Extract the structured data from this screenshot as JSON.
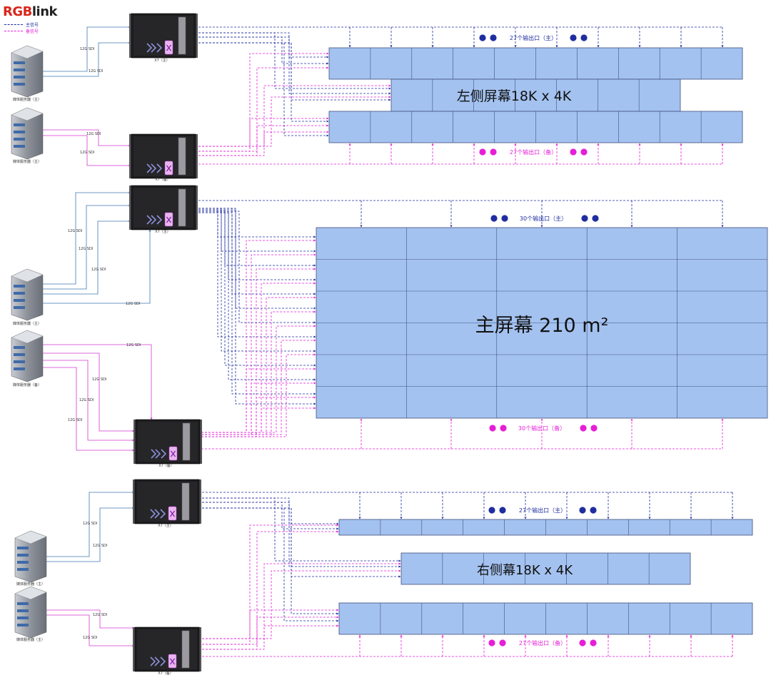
{
  "brand": {
    "logo_r": "RGB",
    "logo_b": "link"
  },
  "legend": [
    {
      "label": "主信号",
      "color": "#1f2da0"
    },
    {
      "label": "备信号",
      "color": "#e51fd6"
    }
  ],
  "colors": {
    "main": "#1f2da0",
    "backup": "#e51fd6",
    "screen": "#a4c2f0",
    "screen_border": "#41507e",
    "main_feed": "#3f78b4",
    "backup_feed": "#d33ad1"
  },
  "link_label": "12G SDI",
  "screens": {
    "left_title": "左侧屏幕18K x 4K",
    "main_title": "主屏幕 210 m²",
    "right_title": "右侧幕18K x 4K"
  },
  "ports": {
    "left_main": "27个输出口（主）",
    "left_backup": "27个输出口（备）",
    "center_main": "30个输出口（主）",
    "center_backup": "30个输出口（备）",
    "right_main": "27个输出口（主）",
    "right_backup": "27个输出口（备）"
  },
  "devices": {
    "l_main": "X7（主）",
    "l_backup": "X7（备）",
    "c_main": "X7（主）",
    "c_backup": "X7（备）",
    "r_main": "X7（主）",
    "r_backup": "X7（备）"
  },
  "servers": {
    "s1": "媒体服务器（主）",
    "s2": "媒体服务器（主）",
    "s3": "媒体服务器（主）",
    "s4": "媒体服务器（备）",
    "s5": "媒体服务器（主）",
    "s6": "媒体服务器（主）"
  }
}
